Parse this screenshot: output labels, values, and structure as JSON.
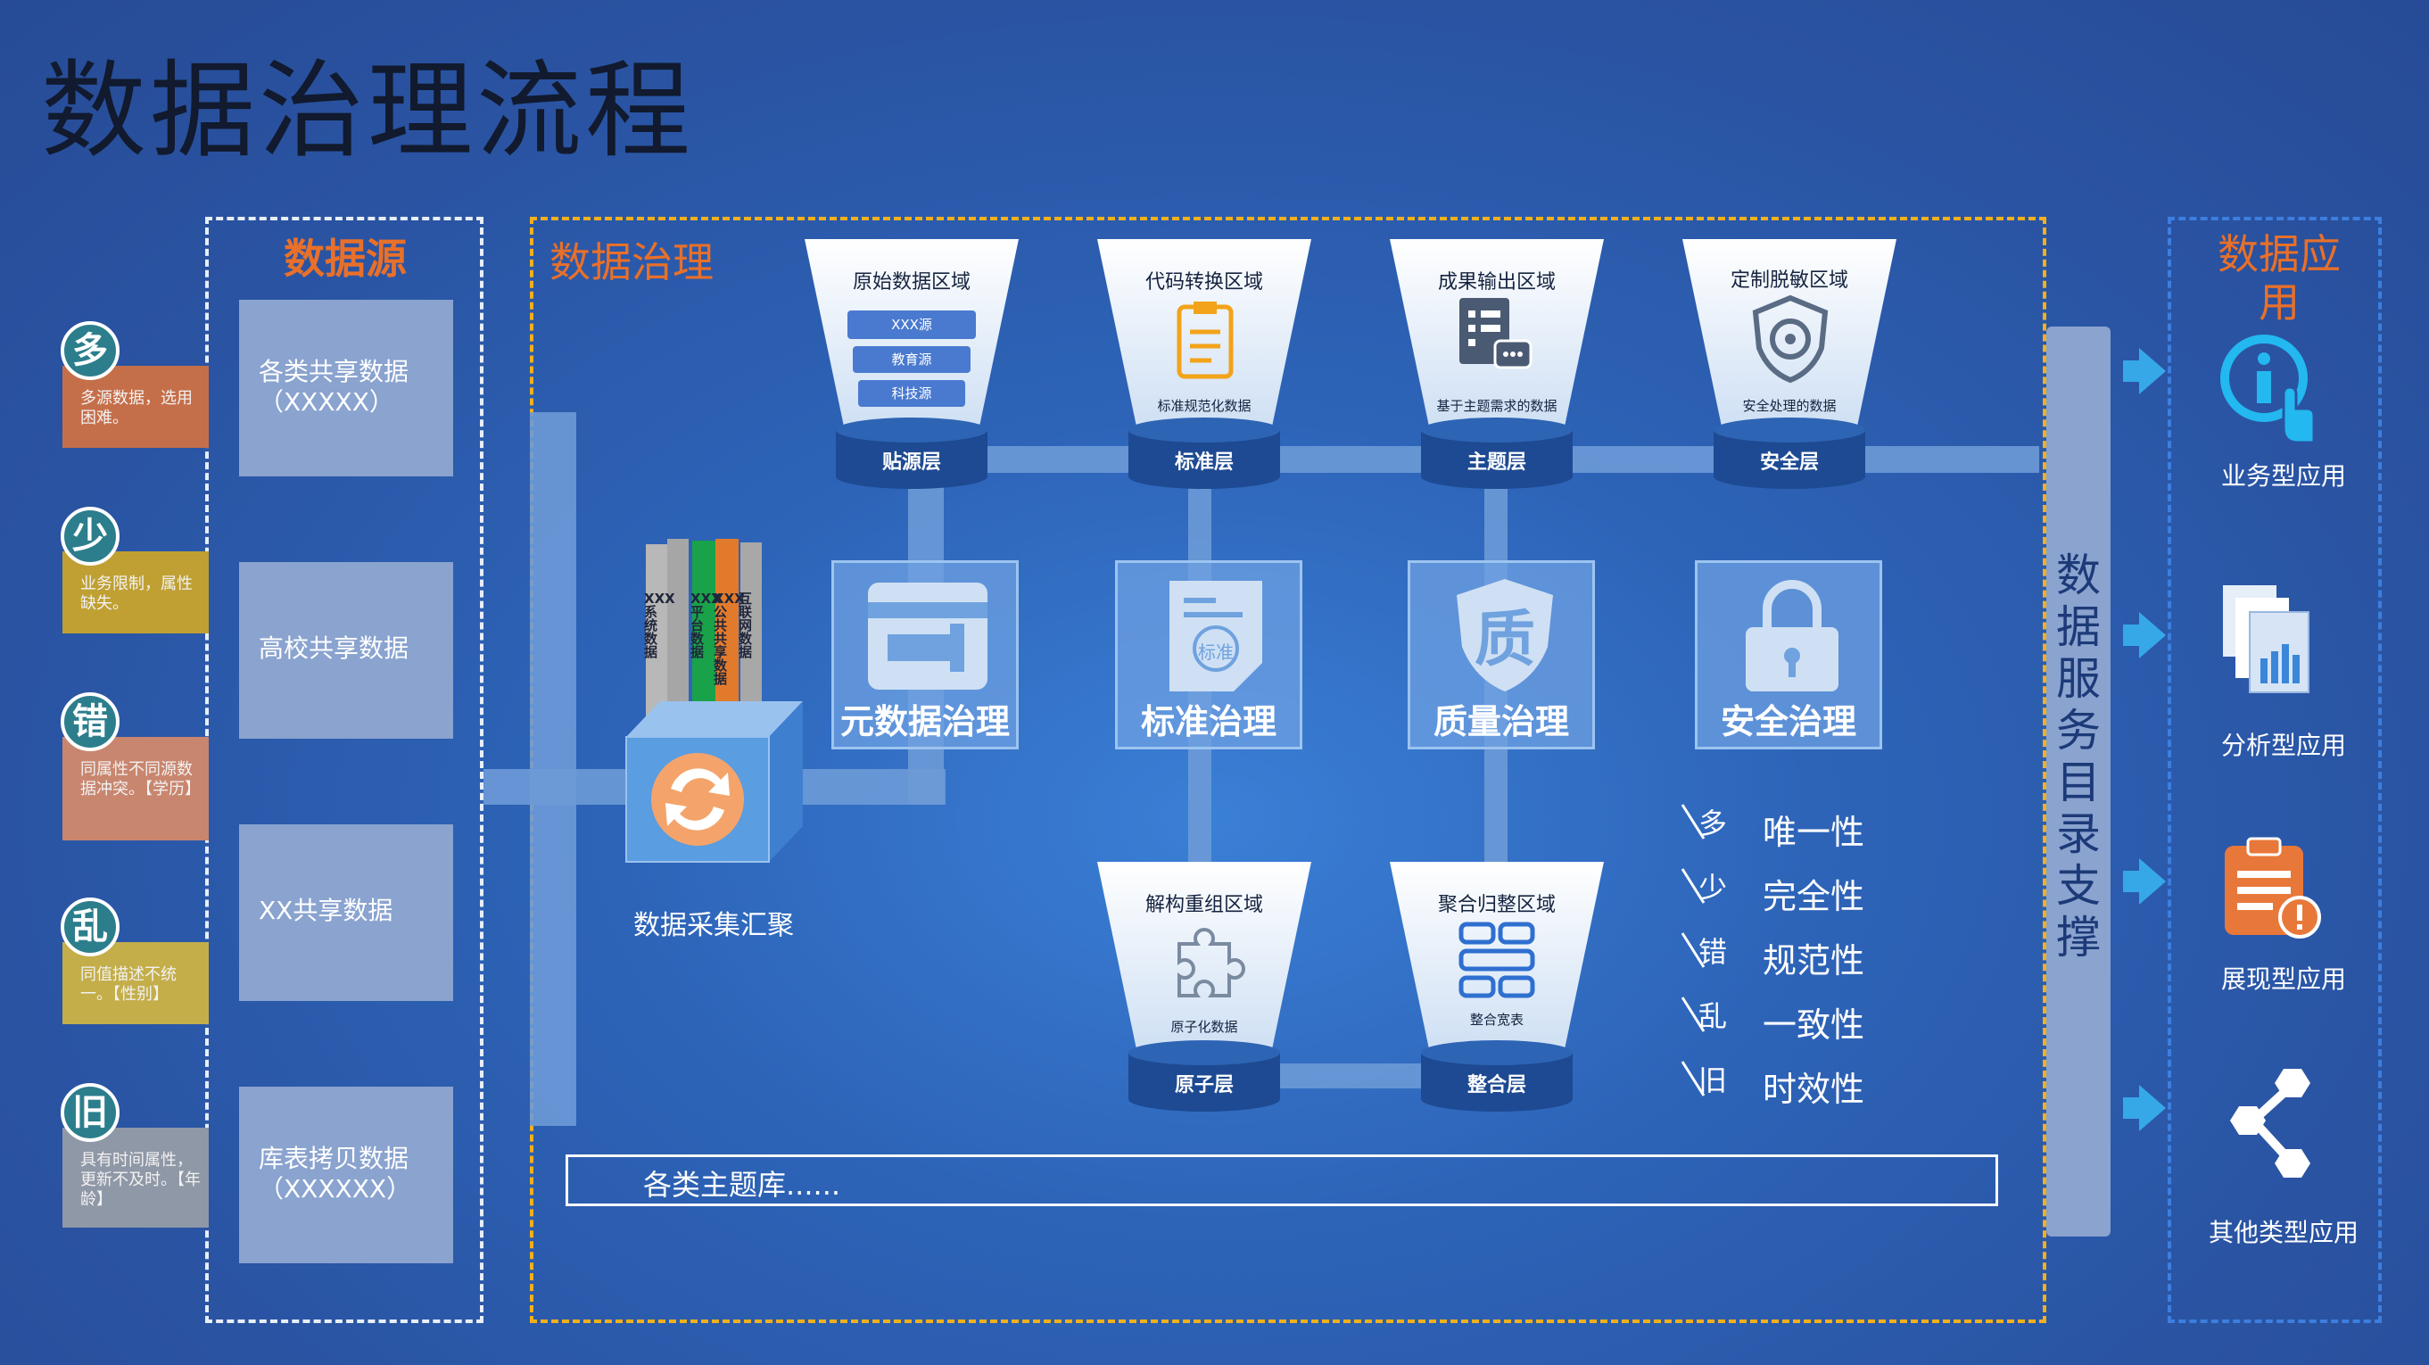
{
  "title": "数据治理流程",
  "sections": {
    "source": "数据源",
    "governance": "数据治理",
    "application": "数据应用"
  },
  "problems": [
    {
      "char": "多",
      "desc": "多源数据，选用困难。",
      "color": "#d0734a"
    },
    {
      "char": "少",
      "desc": "业务限制，属性缺失。",
      "color": "#c9a233"
    },
    {
      "char": "错",
      "desc": "同属性不同源数据冲突。【学历】",
      "color": "#d28a74"
    },
    {
      "char": "乱",
      "desc": "同值描述不统一。【性别】",
      "color": "#c9b44e"
    },
    {
      "char": "旧",
      "desc": "具有时间属性，更新不及时。【年龄】",
      "color": "#9aa2ae"
    }
  ],
  "sources": [
    "各类共享数据（XXXXX）",
    "高校共享数据",
    "XX共享数据",
    "库表拷贝数据（XXXXXX）"
  ],
  "books": [
    "XXX系统数据",
    "XXX平台数据",
    "XXX公共共享数据",
    "互联网数据"
  ],
  "collect_label": "数据采集汇聚",
  "funnels_top": [
    {
      "title": "原始数据区域",
      "sub": "",
      "items": [
        "XXX源",
        "教育源",
        "科技源"
      ],
      "layer": "贴源层"
    },
    {
      "title": "代码转换区域",
      "sub": "标准规范化数据",
      "layer": "标准层"
    },
    {
      "title": "成果输出区域",
      "sub": "基于主题需求的数据",
      "layer": "主题层"
    },
    {
      "title": "定制脱敏区域",
      "sub": "安全处理的数据",
      "layer": "安全层"
    }
  ],
  "funnels_bottom": [
    {
      "title": "解构重组区域",
      "sub": "原子化数据",
      "layer": "原子层"
    },
    {
      "title": "聚合归整区域",
      "sub": "整合宽表",
      "layer": "整合层"
    }
  ],
  "tiles": [
    {
      "label": "元数据治理"
    },
    {
      "label": "标准治理",
      "badge": "标准"
    },
    {
      "label": "质量治理",
      "badge": "质"
    },
    {
      "label": "安全治理"
    }
  ],
  "quality": [
    {
      "icon": "多",
      "label": "唯一性"
    },
    {
      "icon": "少",
      "label": "完全性"
    },
    {
      "icon": "错",
      "label": "规范性"
    },
    {
      "icon": "乱",
      "label": "一致性"
    },
    {
      "icon": "旧",
      "label": "时效性"
    }
  ],
  "topic_bar": "各类主题库......",
  "service_bar": "数据服务目录支撑",
  "apps": [
    "业务型应用",
    "分析型应用",
    "展现型应用",
    "其他类型应用"
  ]
}
